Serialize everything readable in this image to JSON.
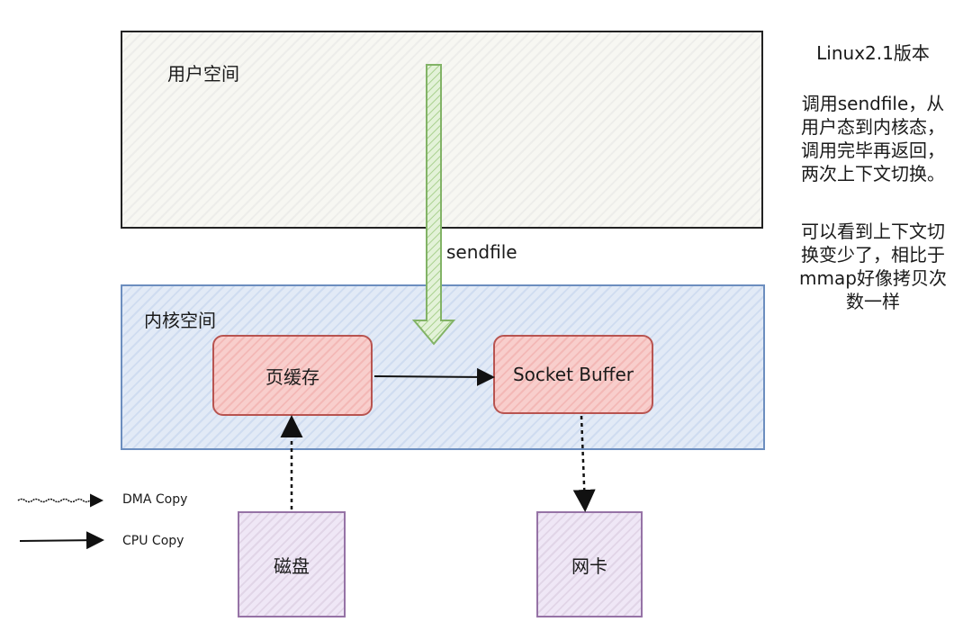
{
  "diagram": {
    "user_space": {
      "label": "用户空间"
    },
    "kernel_space": {
      "label": "内核空间"
    },
    "page_cache": {
      "label": "页缓存"
    },
    "socket_buffer": {
      "label": "Socket Buffer"
    },
    "disk": {
      "label": "磁盘"
    },
    "nic": {
      "label": "网卡"
    },
    "sendfile_label": "sendfile",
    "legend": {
      "dma": "DMA Copy",
      "cpu": "CPU Copy"
    },
    "colors": {
      "user_border": "#222222",
      "kernel_border": "#6c8ebf",
      "buffer_border": "#b85450",
      "device_border": "#9673a6",
      "sendfile_arrow": "#82b366"
    }
  },
  "notes": {
    "title": "Linux2.1版本",
    "block1": [
      "调用sendfile，从",
      "用户态到内核态，",
      "调用完毕再返回，",
      "两次上下文切换。"
    ],
    "block2": [
      "可以看到上下文切",
      "换变少了，相比于",
      "mmap好像拷贝次",
      "数一样"
    ]
  }
}
